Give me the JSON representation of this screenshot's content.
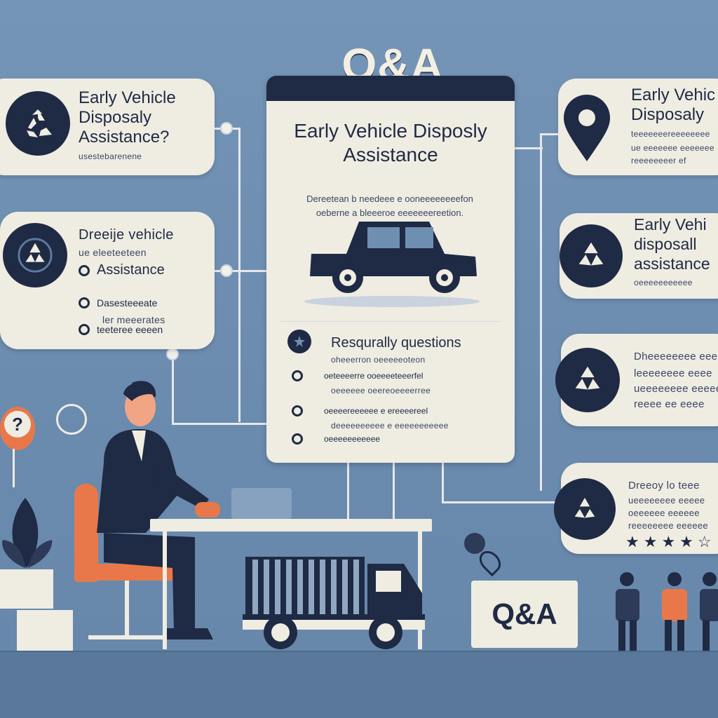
{
  "title": "Q&A",
  "left_cards": [
    {
      "heading": "Early Vehicle\nDisposaly\nAssistance?",
      "sub": "usestebarenene"
    },
    {
      "heading_lines": [
        "Dreeije vehicle",
        "ue eleeteeteen"
      ],
      "items": [
        "Assistance",
        "Dasesteeeate",
        "ler meeerates",
        "teeteree eeeen"
      ]
    }
  ],
  "center": {
    "title": "Early Vehicle Disposly\nAssistance",
    "desc_1": "Dereetean b needeee e ooneeeeeeeefon",
    "desc_2": "oeberne a bleeeroe eeeeeeereetion.",
    "questions_heading": "Resqurally questions",
    "lines": [
      "oheeerron oeeeeeoteon",
      "oeteeeerre ooeeeeteeerfel",
      "oeeeeee oeereoeeeerree",
      "oeeeereeeeee e ereeeereel",
      "deeeeeeeeee e eeeeeeeeeee",
      "oeeeeeeeeeee"
    ]
  },
  "right_cards": [
    {
      "heading": "Early Vehic\nDisposaly",
      "lines": [
        "teeeeeeereeeeeeee",
        "ue eeeeeee eeeeeee",
        "reeeeeeeer ef"
      ]
    },
    {
      "heading": "Early Vehi\ndisposall\nassistance",
      "lines": [
        "oeeeeeeeeeee"
      ]
    },
    {
      "heading_small": [
        "Dheeeeeeee eeee",
        "leeeeeeee eeee",
        "ueeeeeeee eeeeee",
        "reeee ee eeee"
      ]
    },
    {
      "heading_small": [
        "Dreeoy  lo teee",
        "ueeeeeeee eeeee",
        "oeeeeee eeeeee",
        "reeeeeeee eeeeee"
      ],
      "stars": "★★★★☆"
    }
  ],
  "sign_label": "Q&A",
  "colors": {
    "navy": "#1f2a44",
    "cream": "#efece2",
    "orange": "#e8784a",
    "background": "#6f8fb1"
  }
}
